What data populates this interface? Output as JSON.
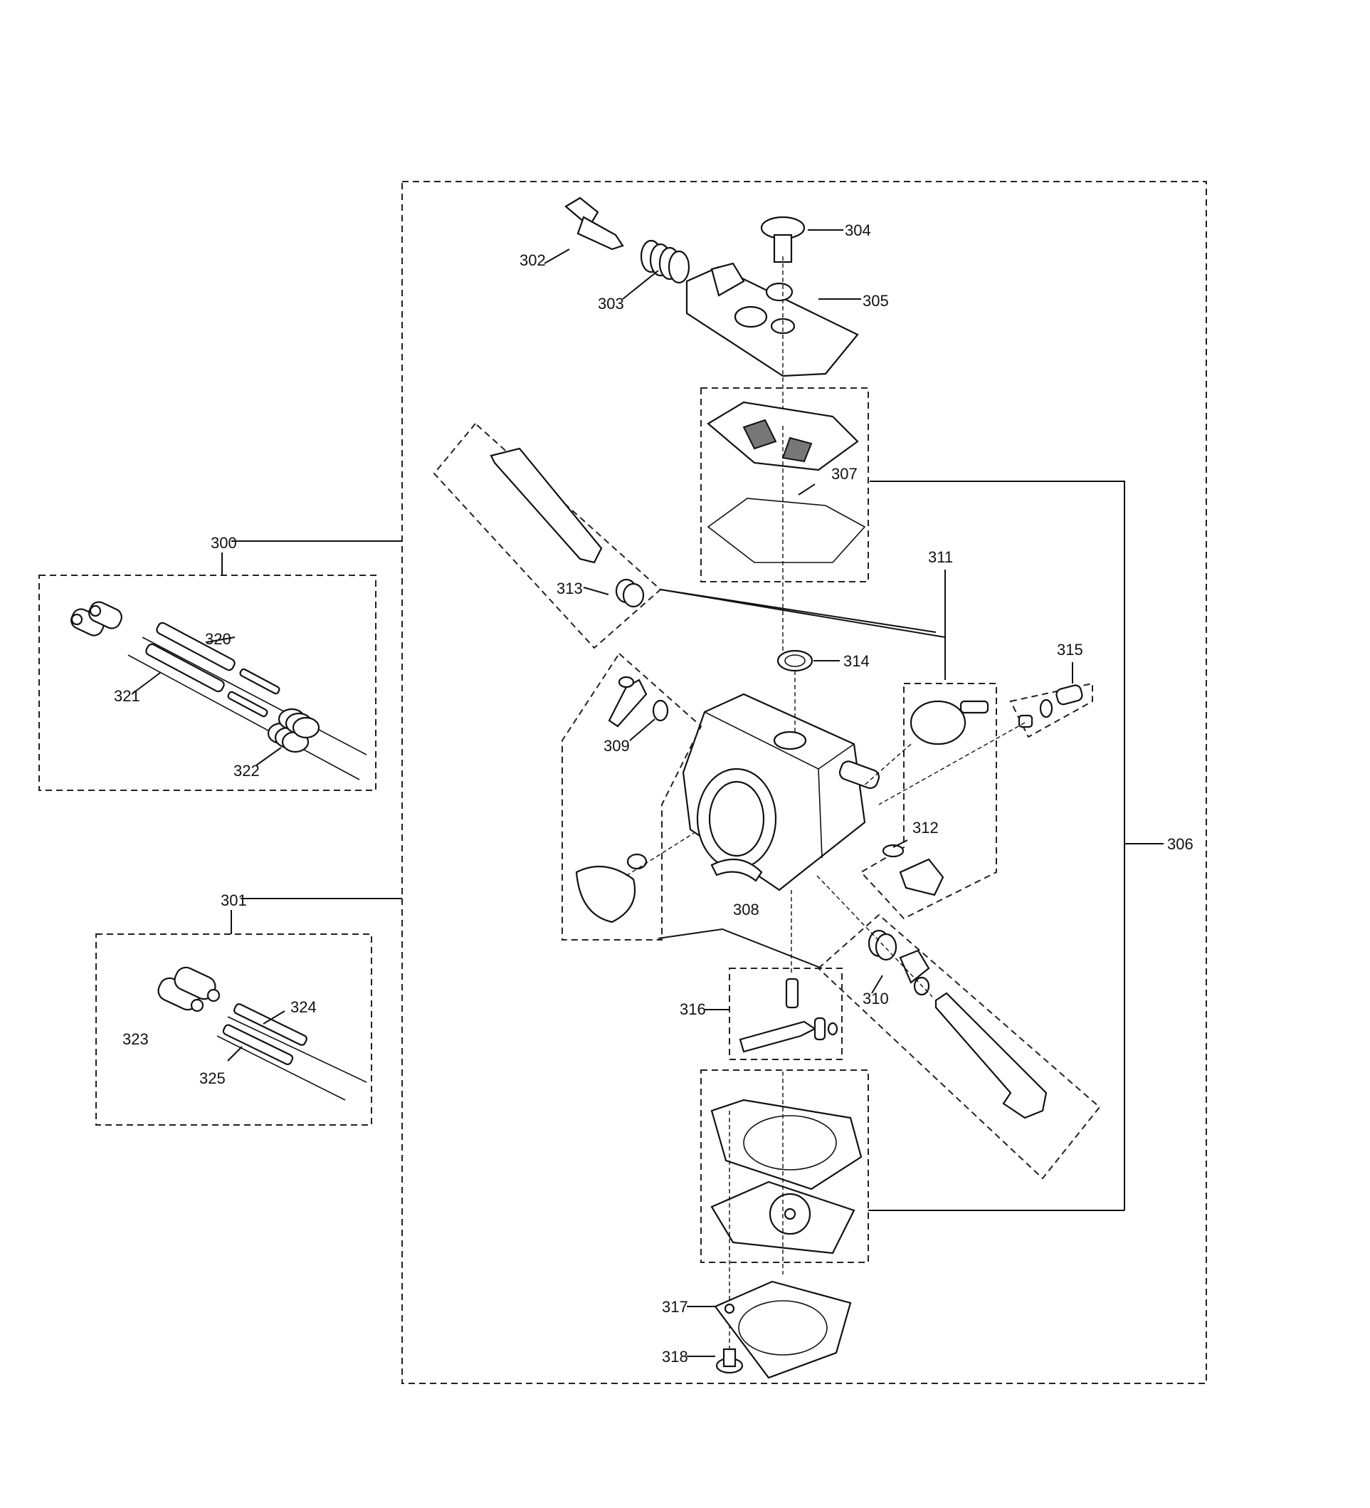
{
  "diagram": {
    "labels": {
      "l300": "300",
      "l301": "301",
      "l302": "302",
      "l303": "303",
      "l304": "304",
      "l305": "305",
      "l306": "306",
      "l307": "307",
      "l308": "308",
      "l309": "309",
      "l310": "310",
      "l311": "311",
      "l312": "312",
      "l313": "313",
      "l314": "314",
      "l315": "315",
      "l316": "316",
      "l317": "317",
      "l318": "318",
      "l320": "320",
      "l321": "321",
      "l322": "322",
      "l323": "323",
      "l324": "324",
      "l325": "325"
    },
    "colors": {
      "line": "#111111",
      "background": "#ffffff"
    }
  }
}
